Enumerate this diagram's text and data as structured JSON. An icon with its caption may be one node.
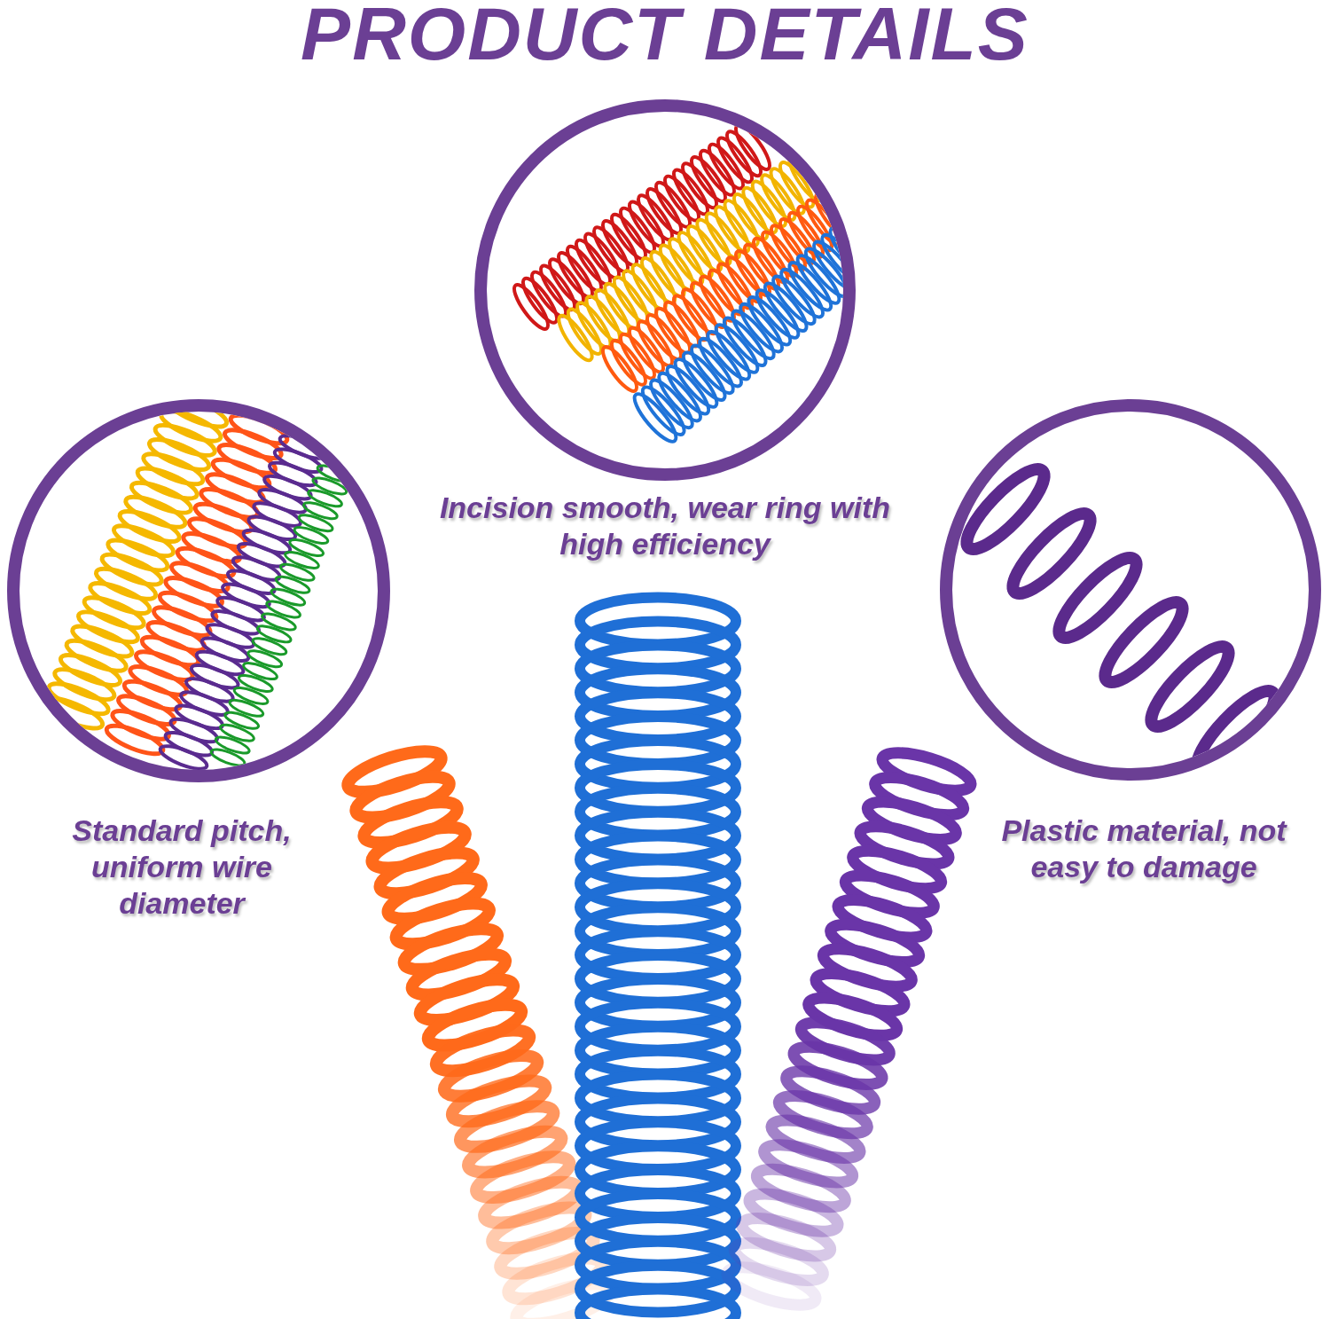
{
  "diagram": {
    "title": "PRODUCT DETAILS",
    "nodes": [
      {
        "text": [],
        "shape": "circle",
        "beside": [
          "Incision smooth, wear ring with high efficiency"
        ]
      },
      {
        "text": [],
        "shape": "circle",
        "beside": [
          "Standard pitch, uniform wire diameter"
        ]
      },
      {
        "text": [],
        "shape": "circle",
        "beside": [
          "Plastic material, not easy to damage"
        ]
      }
    ]
  }
}
